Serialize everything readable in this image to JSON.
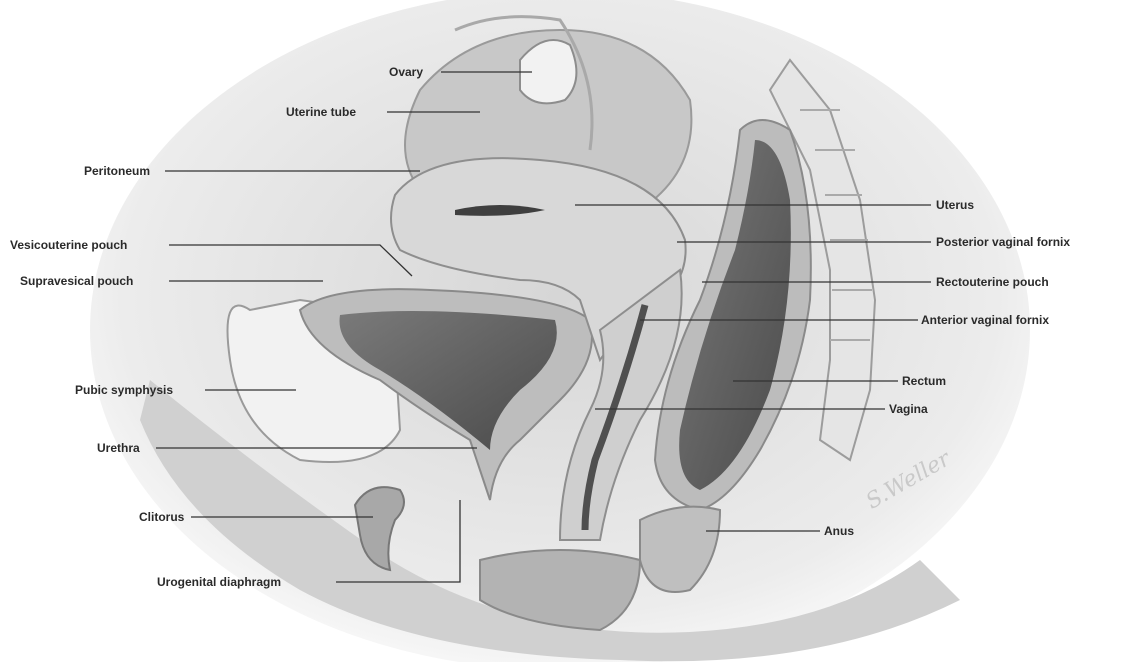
{
  "labels": {
    "ovary": "Ovary",
    "uterine_tube": "Uterine tube",
    "peritoneum": "Peritoneum",
    "vesicouterine_pouch": "Vesicouterine pouch",
    "supravesical_pouch": "Supravesical pouch",
    "pubic_symphysis": "Pubic symphysis",
    "urethra": "Urethra",
    "clitorus": "Clitorus",
    "urogenital_diaphragm": "Urogenital diaphragm",
    "uterus": "Uterus",
    "posterior_vaginal_fornix": "Posterior vaginal fornix",
    "rectouterine_pouch": "Rectouterine pouch",
    "anterior_vaginal_fornix": "Anterior vaginal fornix",
    "rectum": "Rectum",
    "vagina": "Vagina",
    "anus": "Anus"
  },
  "signature": "S.Weller",
  "colors": {
    "background": "#ffffff",
    "tissue_light": "#e6e6e6",
    "tissue_mid": "#b5b5b5",
    "tissue_dark": "#5f5f5f",
    "leader_line": "#333333"
  }
}
